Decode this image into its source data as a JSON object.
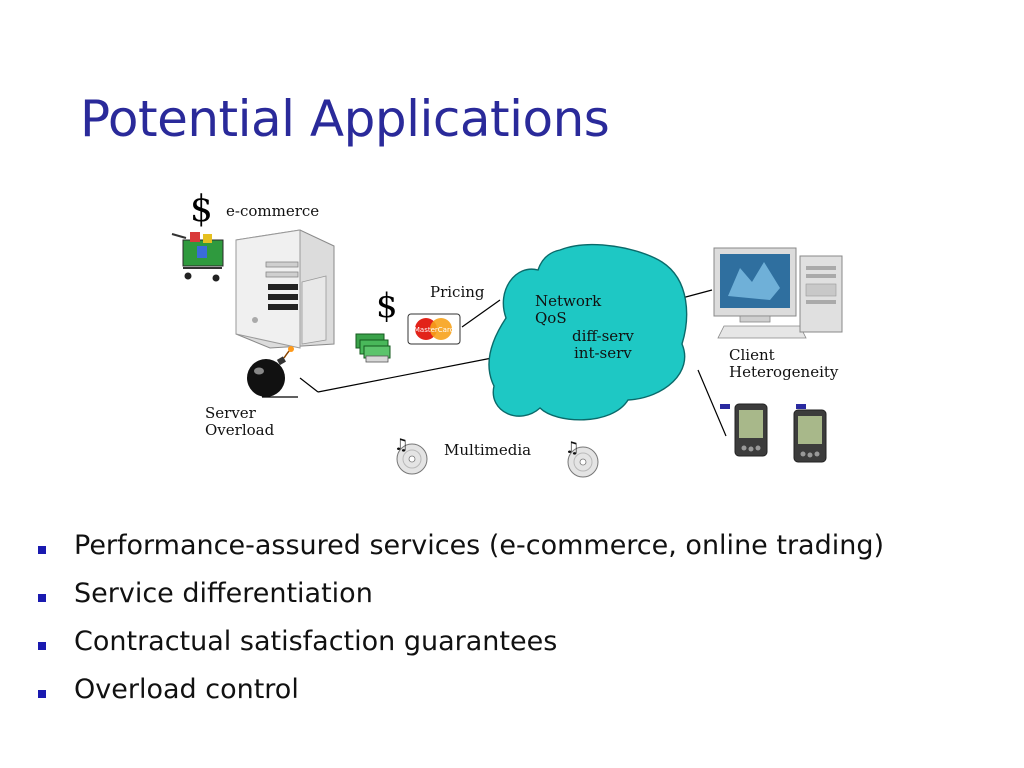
{
  "slide": {
    "title": "Potential Applications"
  },
  "diagram": {
    "ecommerce_symbol": "$",
    "ecommerce_label": "e-commerce",
    "pricing_symbol": "$",
    "pricing_label": "Pricing",
    "card_brand": "MasterCard",
    "network_line1": "Network",
    "network_line2": "QoS",
    "network_line3": "diff-serv",
    "network_line4": "int-serv",
    "client_line1": "Client",
    "client_line2": "Heterogeneity",
    "server_line1": "Server",
    "server_line2": "Overload",
    "multimedia_label": "Multimedia",
    "icons": [
      "shopping-cart-icon",
      "server-tower-icon",
      "bomb-icon",
      "money-stack-icon",
      "credit-card-icon",
      "cd-music-icon",
      "desktop-computer-icon",
      "handheld-pda-icon",
      "network-cloud"
    ],
    "colors": {
      "cloud": "#1ec8c4",
      "title": "#2a2a9a",
      "bullet": "#1a1ab0"
    }
  },
  "bullets": [
    "Performance-assured services (e-commerce, online trading)",
    "Service differentiation",
    "Contractual satisfaction guarantees",
    "Overload control"
  ]
}
